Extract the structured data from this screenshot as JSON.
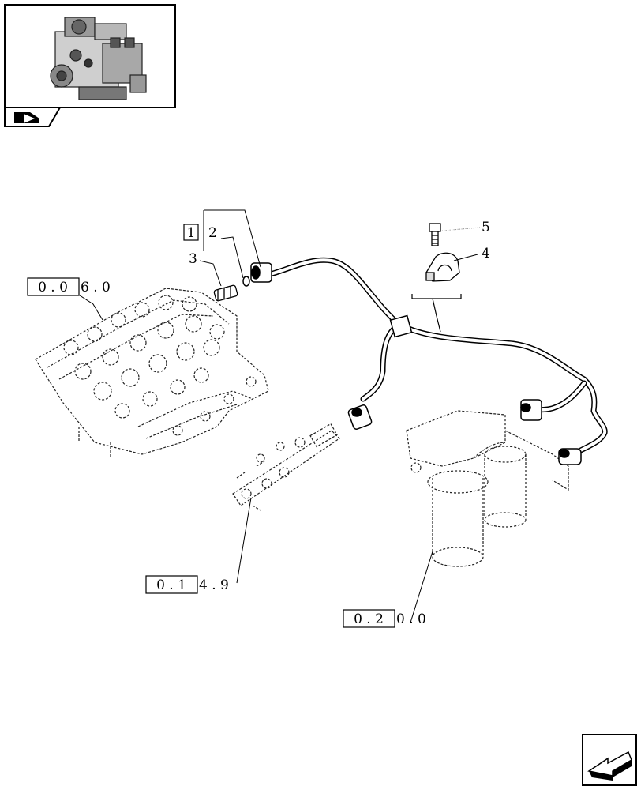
{
  "title": "",
  "thumbnail": {
    "subject": "engine-assembly-thumbnail"
  },
  "section_tab": {
    "icon": "tractor-section-icon"
  },
  "nav_icon": {
    "icon": "previous-page-arrow-icon"
  },
  "callouts": {
    "c1": "1",
    "c2": "2",
    "c3": "3",
    "c4": "4",
    "c5": "5"
  },
  "refs": {
    "r1": {
      "boxed": "0 . 0",
      "rest": "6 . 0"
    },
    "r2": {
      "boxed": "0 . 1",
      "rest": "4 . 9"
    },
    "r3": {
      "boxed": "0 . 2",
      "rest": "0 . 0"
    }
  }
}
